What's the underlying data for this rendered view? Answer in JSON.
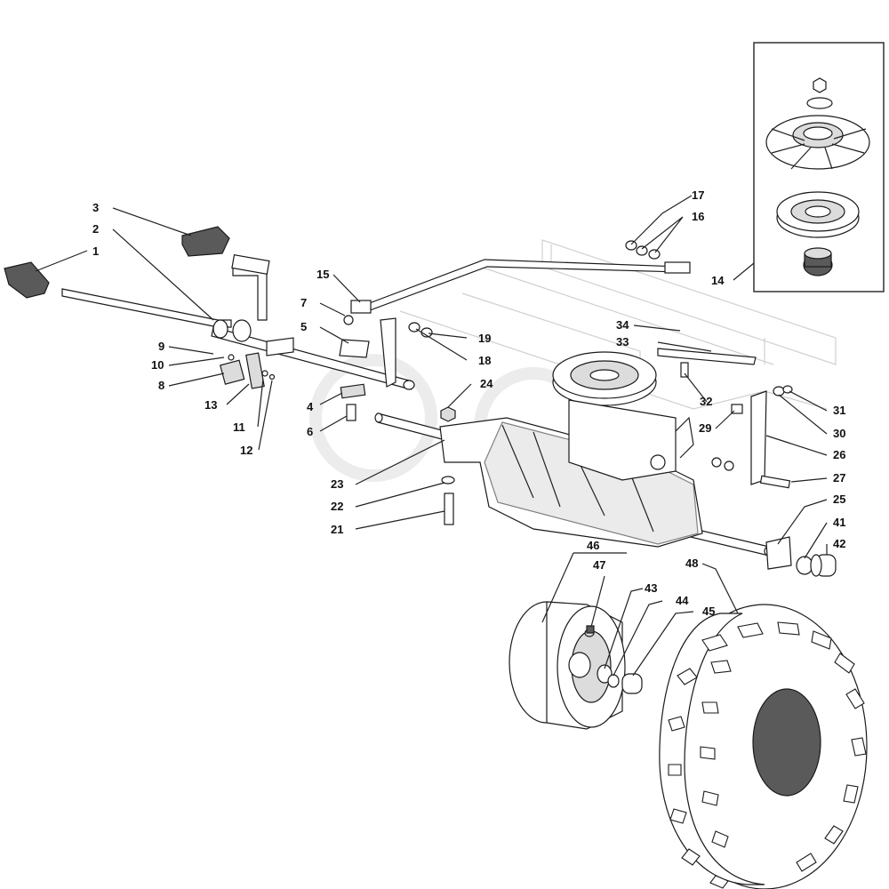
{
  "diagram": {
    "inset_label": "14",
    "labels": [
      "1",
      "2",
      "3",
      "4",
      "5",
      "6",
      "7",
      "8",
      "9",
      "10",
      "11",
      "12",
      "13",
      "14",
      "15",
      "16",
      "17",
      "18",
      "19",
      "21",
      "22",
      "23",
      "24",
      "25",
      "26",
      "27",
      "29",
      "30",
      "31",
      "32",
      "33",
      "34",
      "41",
      "42",
      "43",
      "44",
      "45",
      "46",
      "47",
      "48"
    ]
  },
  "colors": {
    "line": "#1a1a1a",
    "part_fill": "#ffffff",
    "shaded_fill": "#dcdcdc",
    "dark_fill": "#5a5a5a",
    "frame": "#d0d0d0"
  }
}
